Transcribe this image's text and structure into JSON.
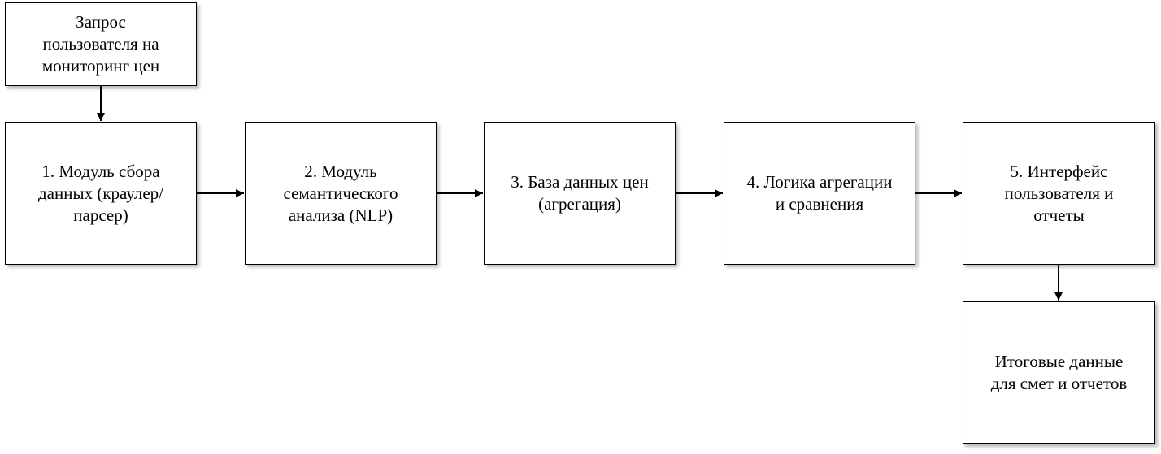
{
  "diagram": {
    "nodes": [
      {
        "id": "request",
        "text": "Запрос\nпользователя на\nмониторинг цен"
      },
      {
        "id": "crawler",
        "text": "1. Модуль сбора\nданных (краулер/\nпарсер)"
      },
      {
        "id": "nlp",
        "text": "2. Модуль\nсемантического\nанализа (NLP)"
      },
      {
        "id": "db",
        "text": "3. База данных цен\n(агрегация)"
      },
      {
        "id": "logic",
        "text": "4. Логика агрегации\nи сравнения"
      },
      {
        "id": "ui",
        "text": "5. Интерфейс\nпользователя и\nотчеты"
      },
      {
        "id": "result",
        "text": "Итоговые данные\nдля смет и отчетов"
      }
    ],
    "edges": [
      {
        "from": "request",
        "to": "crawler"
      },
      {
        "from": "crawler",
        "to": "nlp"
      },
      {
        "from": "nlp",
        "to": "db"
      },
      {
        "from": "db",
        "to": "logic"
      },
      {
        "from": "logic",
        "to": "ui"
      },
      {
        "from": "ui",
        "to": "result"
      }
    ]
  }
}
